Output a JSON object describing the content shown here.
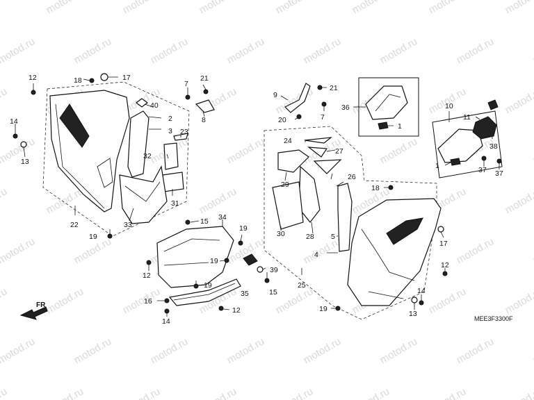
{
  "watermark_text": "motod.ru",
  "diagram_code": "MEE3F3300F",
  "direction_label": "FR",
  "callouts": {
    "c1a": "1",
    "c1b": "1",
    "c2": "2",
    "c3": "3",
    "c4": "4",
    "c5": "5",
    "c7a": "7",
    "c7b": "7",
    "c8": "8",
    "c9": "9",
    "c10": "10",
    "c11": "11",
    "c12a": "12",
    "c12b": "12",
    "c12c": "12",
    "c12d": "12",
    "c13a": "13",
    "c13b": "13",
    "c14a": "14",
    "c14b": "14",
    "c14c": "14",
    "c15a": "15",
    "c15b": "15",
    "c16": "16",
    "c17a": "17",
    "c17b": "17",
    "c18a": "18",
    "c18b": "18",
    "c19a": "19",
    "c19b": "19",
    "c19c": "19",
    "c19d": "19",
    "c19e": "19",
    "c20": "20",
    "c21a": "21",
    "c21b": "21",
    "c22": "22",
    "c23": "23",
    "c24": "24",
    "c25": "25",
    "c26": "26",
    "c27": "27",
    "c28": "28",
    "c29": "29",
    "c30": "30",
    "c31": "31",
    "c32": "32",
    "c33": "33",
    "c34": "34",
    "c35": "35",
    "c36": "36",
    "c37a": "37",
    "c37b": "37",
    "c38": "38",
    "c39": "39",
    "c40": "40"
  }
}
